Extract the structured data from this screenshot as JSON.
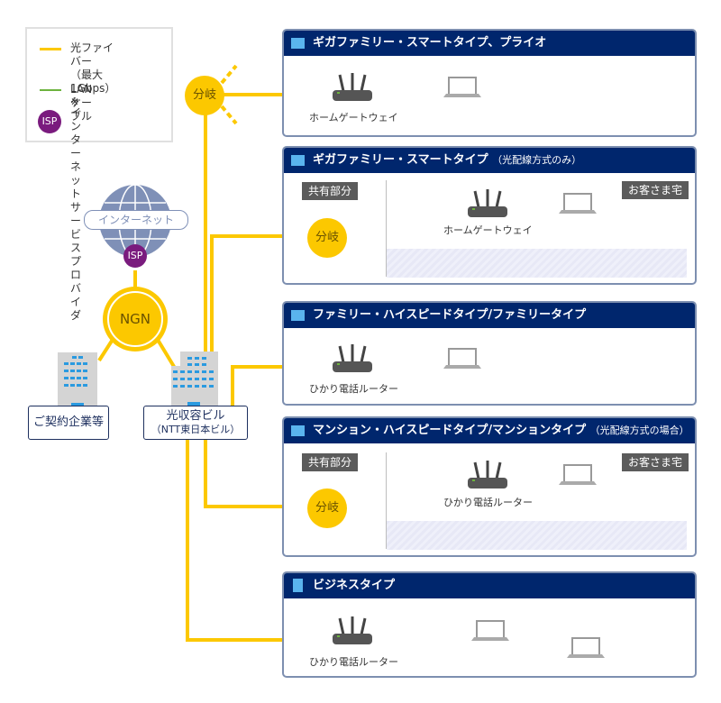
{
  "colors": {
    "fiber": "#fcc800",
    "lan": "#6db33f",
    "header_bg": "#00266d",
    "isp": "#7a1b7e",
    "panel_border": "#7d8fb0"
  },
  "legend": {
    "fiber_label": "光ファイバー\n（最大1Gbps）※",
    "lan_label": "LANケーブル",
    "isp_badge": "ISP",
    "isp_label": "インターネット\nサービスプロバイダ"
  },
  "network": {
    "internet_label": "インターネット",
    "isp_badge": "ISP",
    "ngn_label": "NGN",
    "enterprise_label": "ご契約企業等",
    "station_label_line1": "光収容ビル",
    "station_label_line2": "（NTT東日本ビル）",
    "branch_label": "分岐"
  },
  "panels": [
    {
      "title": "ギガファミリー・スマートタイプ、プライオ",
      "subtitle": "",
      "device_label": "ホームゲートウェイ",
      "has_shared_zone": false
    },
    {
      "title": "ギガファミリー・スマートタイプ",
      "subtitle": "（光配線方式のみ）",
      "device_label": "ホームゲートウェイ",
      "shared_tag": "共有部分",
      "home_tag": "お客さま宅",
      "branch_label": "分岐",
      "has_shared_zone": true
    },
    {
      "title": "ファミリー・ハイスピードタイプ/ファミリータイプ",
      "subtitle": "",
      "device_label": "ひかり電話ルーター",
      "has_shared_zone": false
    },
    {
      "title": "マンション・ハイスピードタイプ/マンションタイプ",
      "subtitle": "（光配線方式の場合）",
      "device_label": "ひかり電話ルーター",
      "shared_tag": "共有部分",
      "home_tag": "お客さま宅",
      "branch_label": "分岐",
      "has_shared_zone": true
    },
    {
      "title": "ビジネスタイプ",
      "subtitle": "",
      "device_label": "ひかり電話ルーター",
      "has_shared_zone": false
    }
  ]
}
